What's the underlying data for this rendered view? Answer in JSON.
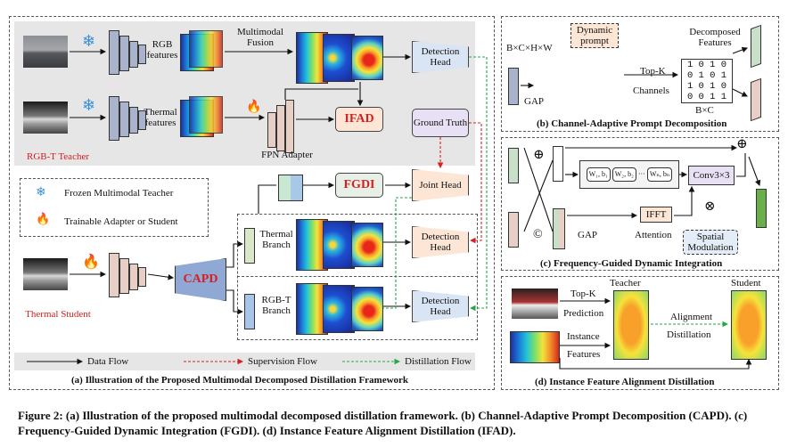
{
  "panel_a": {
    "rgb_features": "RGB features",
    "thermal_features": "Thermal features",
    "multimodal_fusion": "Multimodal Fusion",
    "detection_head": "Detection Head",
    "ifad": "IFAD",
    "ground_truth": "Ground Truth",
    "fpn_adapter": "FPN Adapter",
    "fgdi": "FGDI",
    "joint_head": "Joint Head",
    "rgbt_teacher": "RGB-T Teacher",
    "legend_frozen": "Frozen Multimodal Teacher",
    "legend_trainable": "Trainable Adapter or Student",
    "thermal_branch": "Thermal Branch",
    "rgbt_branch": "RGB-T Branch",
    "capd": "CAPD",
    "thermal_student": "Thermal Student",
    "flow_data": "Data Flow",
    "flow_supervision": "Supervision Flow",
    "flow_distillation": "Distillation Flow",
    "caption": "(a) Illustration of the Proposed Multimodal Decomposed Distillation Framework"
  },
  "panel_b": {
    "input_dims": "B×C×H×W",
    "dynamic_prompt": "Dynamic prompt",
    "gap": "GAP",
    "topk": "Top-K",
    "channels": "Channels",
    "matrix": [
      "1 0 1 0",
      "0 1 0 1",
      "1 0 1 0",
      "0 0 1 1"
    ],
    "bxc": "B×C",
    "decomposed": "Decomposed Features",
    "caption": "(b) Channel-Adaptive Prompt Decomposition"
  },
  "panel_c": {
    "w1": "W₁, b₁",
    "w2": "W₂, b₂",
    "dots": "···",
    "wn": "Wₙ, bₙ",
    "conv": "Conv3×3",
    "ifft": "IFFT",
    "gap": "GAP",
    "attention": "Attention",
    "spatial_mod": "Spatial Modulation",
    "plus": "⊕",
    "concat": "©",
    "mult": "⊗",
    "caption": "(c) Frequency-Guided Dynamic Integration"
  },
  "panel_d": {
    "topk": "Top-K",
    "prediction": "Prediction",
    "teacher": "Teacher",
    "student": "Student",
    "alignment": "Alignment",
    "distillation": "Distillation",
    "instance": "Instance",
    "features": "Features",
    "caption": "(d) Instance Feature Alignment Distillation"
  },
  "figure_caption": "Figure 2: (a) Illustration of the proposed multimodal decomposed distillation framework. (b) Channel-Adaptive Prompt Decomposition (CAPD). (c) Frequency-Guided Dynamic Integration (FGDI). (d) Instance Feature Alignment Distillation (IFAD).",
  "colors": {
    "red": "#d42020",
    "green": "#22a84a",
    "teacher_bg": "#e6e6e6",
    "head_fill": "#d9e4f4",
    "ifad_fill": "#fde6d6",
    "gt_fill": "#e8e0f4"
  }
}
